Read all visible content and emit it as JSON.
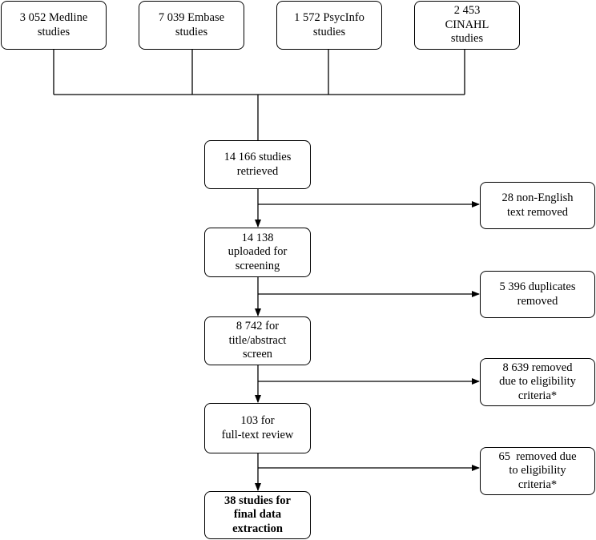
{
  "sources": [
    {
      "lines": [
        "3 052 Medline",
        "studies"
      ]
    },
    {
      "lines": [
        "7 039 Embase",
        "studies"
      ]
    },
    {
      "lines": [
        "1 572 PsycInfo",
        "studies"
      ]
    },
    {
      "lines": [
        "2 453",
        "CINAHL",
        "studies"
      ]
    }
  ],
  "main_steps": [
    {
      "lines": [
        "14 166 studies",
        "retrieved"
      ]
    },
    {
      "lines": [
        "14 138",
        "uploaded for",
        "screening"
      ]
    },
    {
      "lines": [
        "8 742 for",
        "title/abstract",
        "screen"
      ]
    },
    {
      "lines": [
        "103 for",
        "full-text review"
      ]
    },
    {
      "lines": [
        "38 studies for",
        "final data",
        "extraction"
      ]
    }
  ],
  "exclusions": [
    {
      "lines": [
        "28 non-English",
        "text removed"
      ]
    },
    {
      "lines": [
        "5 396 duplicates",
        "removed"
      ]
    },
    {
      "lines": [
        "8 639 removed",
        "due to eligibility",
        "criteria*"
      ]
    },
    {
      "lines": [
        "65  removed due",
        "to eligibility",
        "criteria*"
      ]
    }
  ]
}
